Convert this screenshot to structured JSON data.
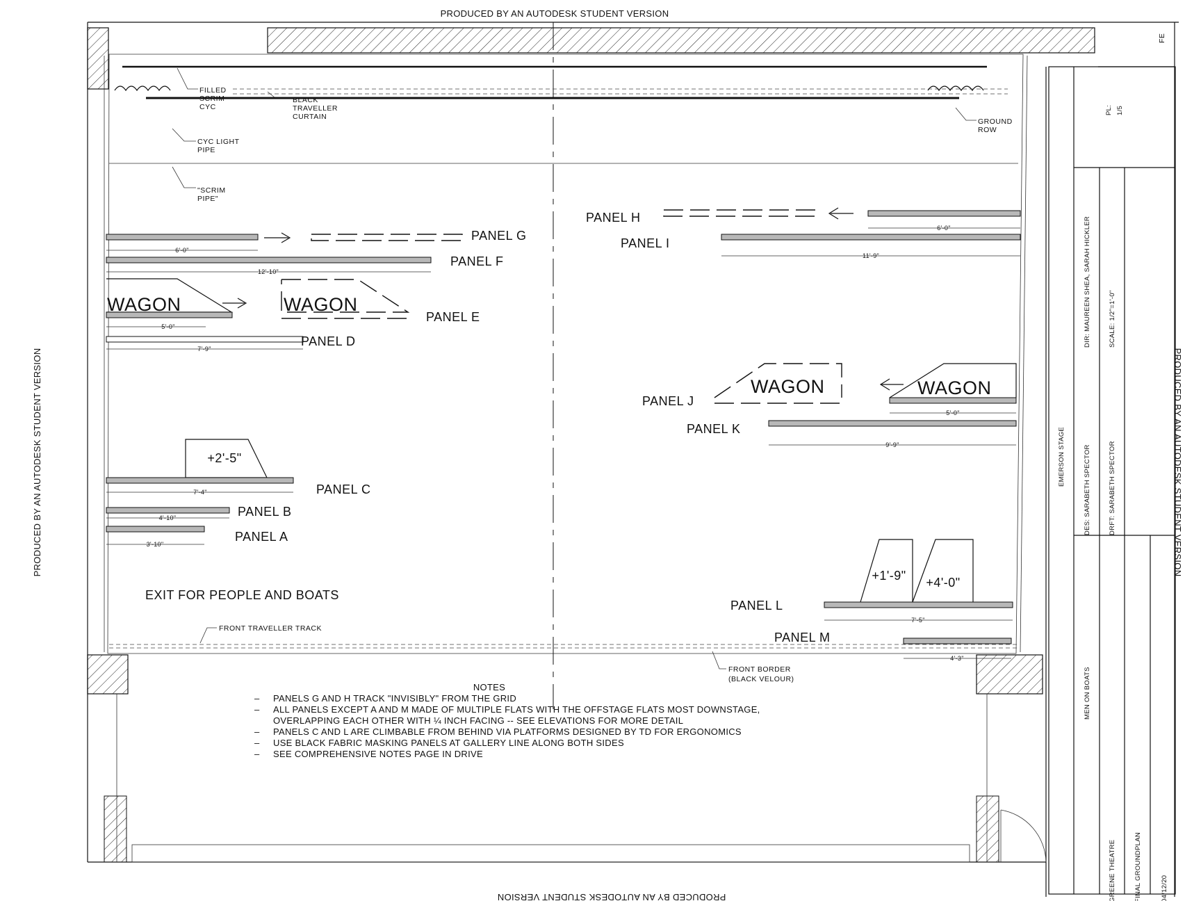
{
  "watermark": "PRODUCED BY AN AUTODESK STUDENT VERSION",
  "corner_tag": "FE",
  "upstage_labels": {
    "filled_scrim_cyc": [
      "FILLED",
      "SCRIM",
      "CYC"
    ],
    "black_traveller": [
      "BLACK",
      "TRAVELLER",
      "CURTAIN"
    ],
    "cyc_light_pipe": [
      "CYC  LIGHT",
      "PIPE"
    ],
    "scrim_pipe": [
      "\"SCRIM",
      "PIPE\""
    ],
    "ground_row": [
      "GROUND",
      "ROW"
    ]
  },
  "panels": {
    "a": "PANEL  A",
    "b": "PANEL  B",
    "c": "PANEL  C",
    "d": "PANEL  D",
    "e": "PANEL  E",
    "f": "PANEL  F",
    "g": "PANEL  G",
    "h": "PANEL  H",
    "i": "PANEL  I",
    "j": "PANEL  J",
    "k": "PANEL  K",
    "l": "PANEL  L",
    "m": "PANEL  M"
  },
  "wagon": "WAGON",
  "dimensions": {
    "g": "6'-0\"",
    "f": "12'-10\"",
    "e": "5'-0\"",
    "d": "7'-9\"",
    "c": "7'-4\"",
    "b": "4'-10\"",
    "a": "3'-10\"",
    "h": "6'-0\"",
    "i": "11'-9\"",
    "j": "5'-0\"",
    "k": "9'-9\"",
    "l": "7'-5\"",
    "m": "4'-3\""
  },
  "platforms": {
    "c": "+2'-5\"",
    "l1": "+1'-9\"",
    "l2": "+4'-0\""
  },
  "exit_label": "EXIT  FOR  PEOPLE  AND  BOATS",
  "front_traveller": "FRONT  TRAVELLER  TRACK",
  "front_border": [
    "FRONT  BORDER",
    "(BLACK  VELOUR)"
  ],
  "notes": {
    "title": "NOTES",
    "items": [
      "PANELS  G  AND  H  TRACK  \"INVISIBLY\"  FROM  THE  GRID",
      "ALL  PANELS  EXCEPT  A  AND  M  MADE  OF  MULTIPLE  FLATS  WITH  THE  OFFSTAGE  FLATS  MOST  DOWNSTAGE,",
      "OVERLAPPING  EACH  OTHER  WITH  ¼  INCH  FACING  --  SEE  ELEVATIONS  FOR  MORE  DETAIL",
      "PANELS  C  AND  L  ARE  CLIMBABLE  FROM  BEHIND  VIA  PLATFORMS  DESIGNED  BY  TD  FOR  ERGONOMICS",
      "USE  BLACK  FABRIC  MASKING  PANELS  AT  GALLERY  LINE  ALONG  BOTH  SIDES",
      "SEE  COMPREHENSIVE  NOTES  PAGE  IN  DRIVE"
    ]
  },
  "title_block": {
    "plate_label": "PL:",
    "plate_value": "1/5",
    "director": "DIR:  MAUREEN  SHEA,  SARAH  HICKLER",
    "scale": "SCALE:  1/2\"=1'-0\"",
    "stage": "EMERSON  STAGE",
    "designer": "DES:  SARABETH  SPECTOR",
    "drafter": "DRFT:  SARABETH  SPECTOR",
    "show": "MEN  ON  BOATS",
    "theatre": "GREENE  THEATRE",
    "sheet": "FINAL  GROUNDPLAN",
    "date": "04/12/20"
  }
}
